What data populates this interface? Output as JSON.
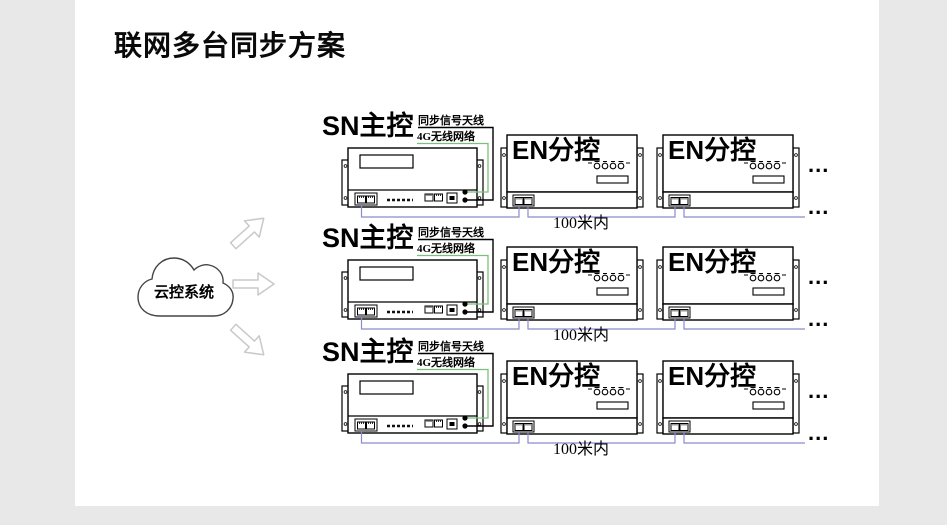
{
  "title": "联网多台同步方案",
  "cloud": {
    "label": "云控系统"
  },
  "colors": {
    "background": "#e8e8e8",
    "panel": "#ffffff",
    "wire": "#8a8ace",
    "network_line": "#7cbf7c",
    "antenna_line": "#000000",
    "arrow_outline": "#c9c9c9"
  },
  "rows": [
    {
      "master_label": "SN主控",
      "antenna_label": "同步信号天线",
      "network_label": "4G无线网络",
      "slaves": [
        "EN分控",
        "EN分控"
      ],
      "range_label": "100米内",
      "more_devices": "...",
      "more_wire": "..."
    },
    {
      "master_label": "SN主控",
      "antenna_label": "同步信号天线",
      "network_label": "4G无线网络",
      "slaves": [
        "EN分控",
        "EN分控"
      ],
      "range_label": "100米内",
      "more_devices": "...",
      "more_wire": "..."
    },
    {
      "master_label": "SN主控",
      "antenna_label": "同步信号天线",
      "network_label": "4G无线网络",
      "slaves": [
        "EN分控",
        "EN分控"
      ],
      "range_label": "100米内",
      "more_devices": "...",
      "more_wire": "..."
    }
  ]
}
